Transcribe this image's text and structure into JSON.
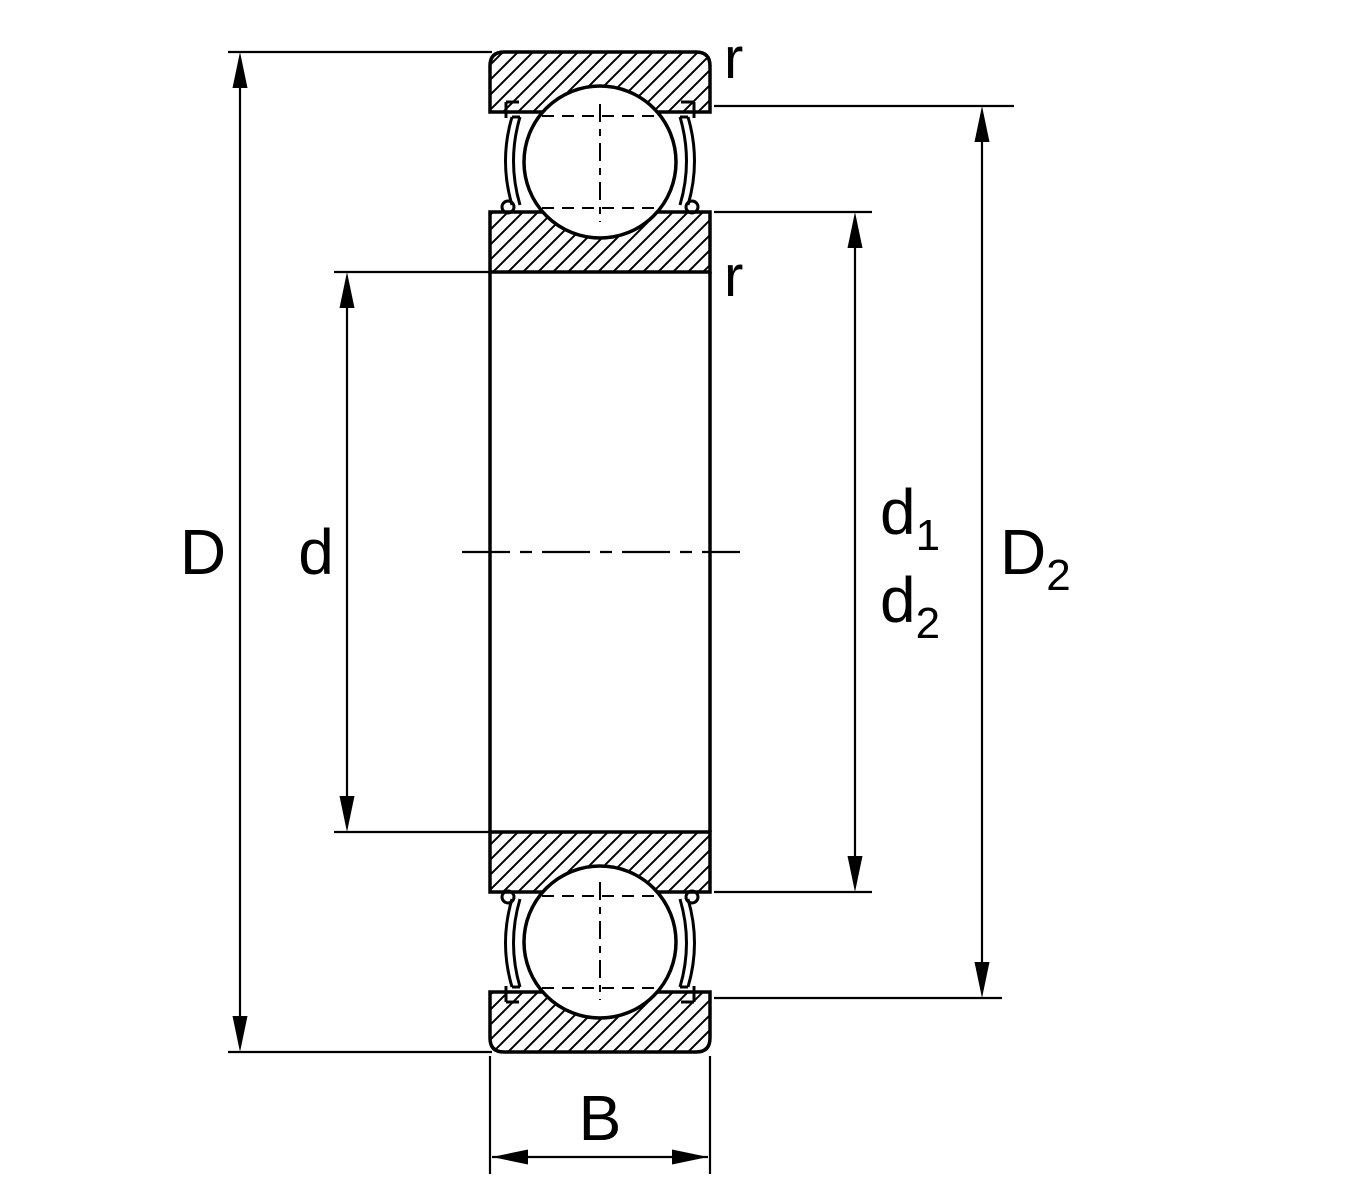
{
  "diagram": {
    "labels": {
      "D": "D",
      "d": "d",
      "d1_base": "d",
      "d1_sub": "1",
      "d2_base": "d",
      "d2_sub": "2",
      "D2_base": "D",
      "D2_sub": "2",
      "B": "B",
      "r_top": "r",
      "r_bottom": "r"
    },
    "colors": {
      "line": "#000000",
      "background": "#ffffff"
    }
  }
}
